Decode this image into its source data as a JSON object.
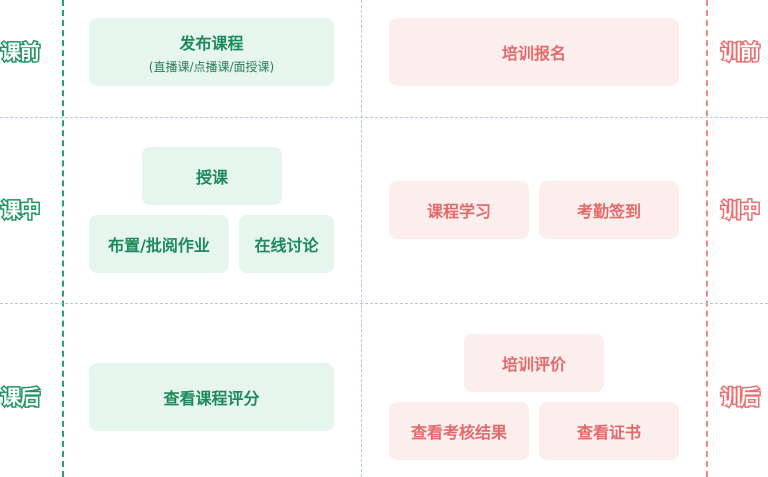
{
  "left_labels": {
    "before": "课前",
    "during": "课中",
    "after": "课后"
  },
  "right_labels": {
    "before": "训前",
    "during": "训中",
    "after": "训后"
  },
  "course": {
    "publish": {
      "title": "发布课程",
      "subtitle": "(直播课/点播课/面授课)"
    },
    "teach": "授课",
    "assign": "布置/批阅作业",
    "discuss": "在线讨论",
    "view_rating": "查看课程评分"
  },
  "training": {
    "signup": "培训报名",
    "study": "课程学习",
    "attendance": "考勤签到",
    "evaluate": "培训评价",
    "exam_results": "查看考核结果",
    "certificate": "查看证书"
  },
  "colors": {
    "green_accent": "#1f9663",
    "green_fill": "#e6f5ee",
    "red_accent": "#ee6e6e",
    "red_fill": "#fdeeee",
    "divider_blue": "#a9c9ef"
  }
}
